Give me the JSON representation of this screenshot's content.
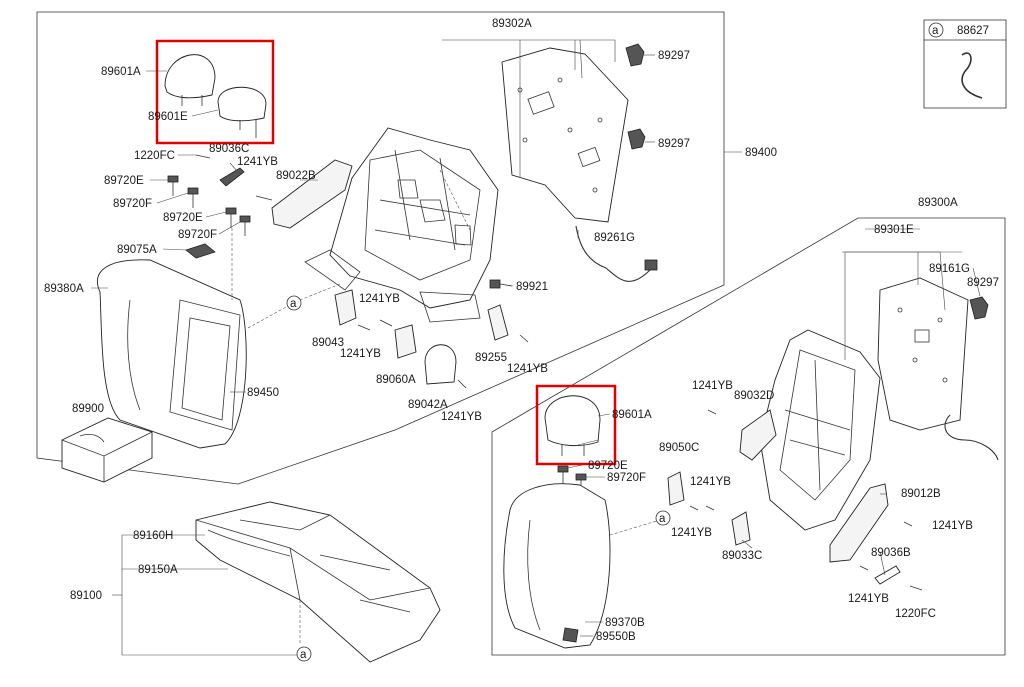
{
  "labels": {
    "p89302A": "89302A",
    "p89297_1": "89297",
    "p89297_2": "89297",
    "p89400": "89400",
    "p89601A_top": "89601A",
    "p89601E_top": "89601E",
    "p1220FC_top": "1220FC",
    "p89036C": "89036C",
    "p1241YB_1": "1241YB",
    "p89022B": "89022B",
    "p89720E_1": "89720E",
    "p89720F_1": "89720F",
    "p89720E_2": "89720E",
    "p89720F_2": "89720F",
    "p89075A": "89075A",
    "p89380A": "89380A",
    "p89921": "89921",
    "p1241YB_2": "1241YB",
    "p89043": "89043",
    "p1241YB_3": "1241YB",
    "p89060A": "89060A",
    "p89255": "89255",
    "p1241YB_4": "1241YB",
    "p89042A": "89042A",
    "p1241YB_5": "1241YB",
    "p89261G": "89261G",
    "p89450": "89450",
    "p89900": "89900",
    "p88627": "88627",
    "p89300A": "89300A",
    "p89301E": "89301E",
    "p89161G": "89161G",
    "p89297_3": "89297",
    "p1241YB_6": "1241YB",
    "p89032D": "89032D",
    "p89601A_bot": "89601A",
    "p89050C": "89050C",
    "p89720E_3": "89720E",
    "p89720F_3": "89720F",
    "p1241YB_7": "1241YB",
    "p89012B": "89012B",
    "p1241YB_8": "1241YB",
    "p1241YB_9": "1241YB",
    "p89033C": "89033C",
    "p89036B": "89036B",
    "p1241YB_10": "1241YB",
    "p1220FC_bot": "1220FC",
    "p89370B": "89370B",
    "p89550B": "89550B",
    "p89160H": "89160H",
    "p89150A": "89150A",
    "p89100": "89100"
  },
  "callouts": {
    "a_legend": "a",
    "a_top": "a",
    "a_right": "a",
    "a_bottom": "a"
  },
  "colors": {
    "highlight": "#e00000",
    "line": "#333333"
  }
}
